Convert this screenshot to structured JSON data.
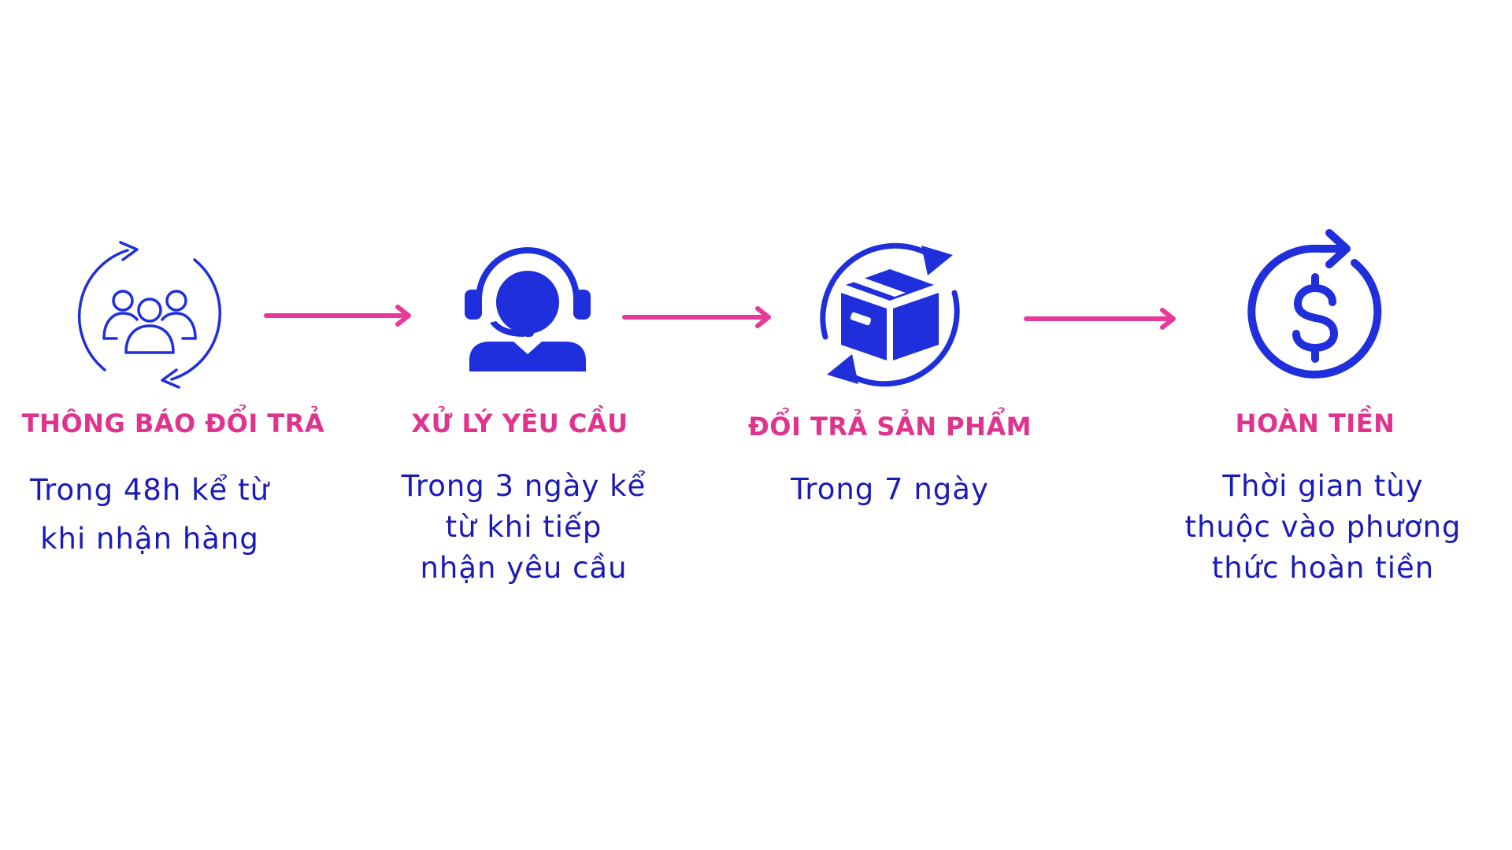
{
  "colors": {
    "title": "#e0338e",
    "text": "#1a1ab8",
    "icon": "#1f2fdc",
    "arrow": "#e8399a"
  },
  "steps": [
    {
      "icon": "users-cycle-icon",
      "title": "THÔNG BÁO ĐỔI TRẢ",
      "lines": [
        "Trong 48h kể từ",
        "khi nhận hàng"
      ]
    },
    {
      "icon": "headset-agent-icon",
      "title": "XỬ LÝ YÊU CẦU",
      "lines": [
        "Trong 3 ngày kể",
        "từ khi tiếp",
        "nhận yêu cầu"
      ]
    },
    {
      "icon": "box-exchange-icon",
      "title": "ĐỔI TRẢ SẢN PHẨM",
      "lines": [
        "Trong 7 ngày"
      ]
    },
    {
      "icon": "refund-dollar-icon",
      "title": "HOÀN TIỀN",
      "lines": [
        "Thời gian tùy",
        "thuộc vào phương",
        "thức hoàn tiền"
      ]
    }
  ]
}
